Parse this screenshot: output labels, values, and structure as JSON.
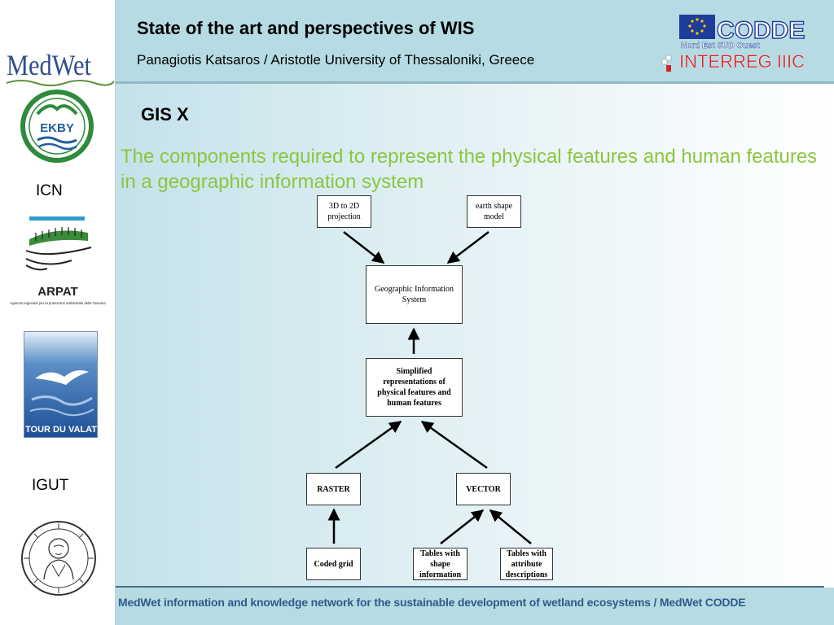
{
  "header": {
    "title": "State of the art and perspectives of WIS",
    "subtitle": "Panagiotis Katsaros / Aristotle University of Thessaloniki, Greece"
  },
  "logos": {
    "codde": "CODDE",
    "codde_sub": "Nord Est SUD Ouest",
    "interreg": "INTERREG IIIC"
  },
  "sidebar": {
    "medwet": "MedWet",
    "ekby": "EKBY",
    "icn": "ICN",
    "arpat": "ARPAT",
    "arpat_sub": "Agenzia regionale per la protezione ambientale della Toscana",
    "tour_du_valat": "TOUR DU VALAT",
    "igut": "IGUT"
  },
  "main": {
    "section_title": "GIS X",
    "description": "The components required to represent the physical features and human features in a geographic information system"
  },
  "diagram": {
    "nodes": {
      "projection": "3D to 2D projection",
      "earth_shape": "earth shape model",
      "gis": "Geographic Information System",
      "simplified": "Simplified representations of physical features and human features",
      "raster": "RASTER",
      "vector": "VECTOR",
      "coded_grid": "Coded grid",
      "shape_tables": "Tables with shape information",
      "attribute_tables": "Tables with attribute descriptions"
    }
  },
  "footer": {
    "text": "MedWet information and knowledge network for the sustainable development of wetland ecosystems / MedWet CODDE"
  },
  "colors": {
    "header_band": "#b6dbe3",
    "description_text": "#8bc63f",
    "footer_text": "#2f5a8c",
    "interreg_red": "#d2232a",
    "eu_blue": "#1f3c9b"
  }
}
